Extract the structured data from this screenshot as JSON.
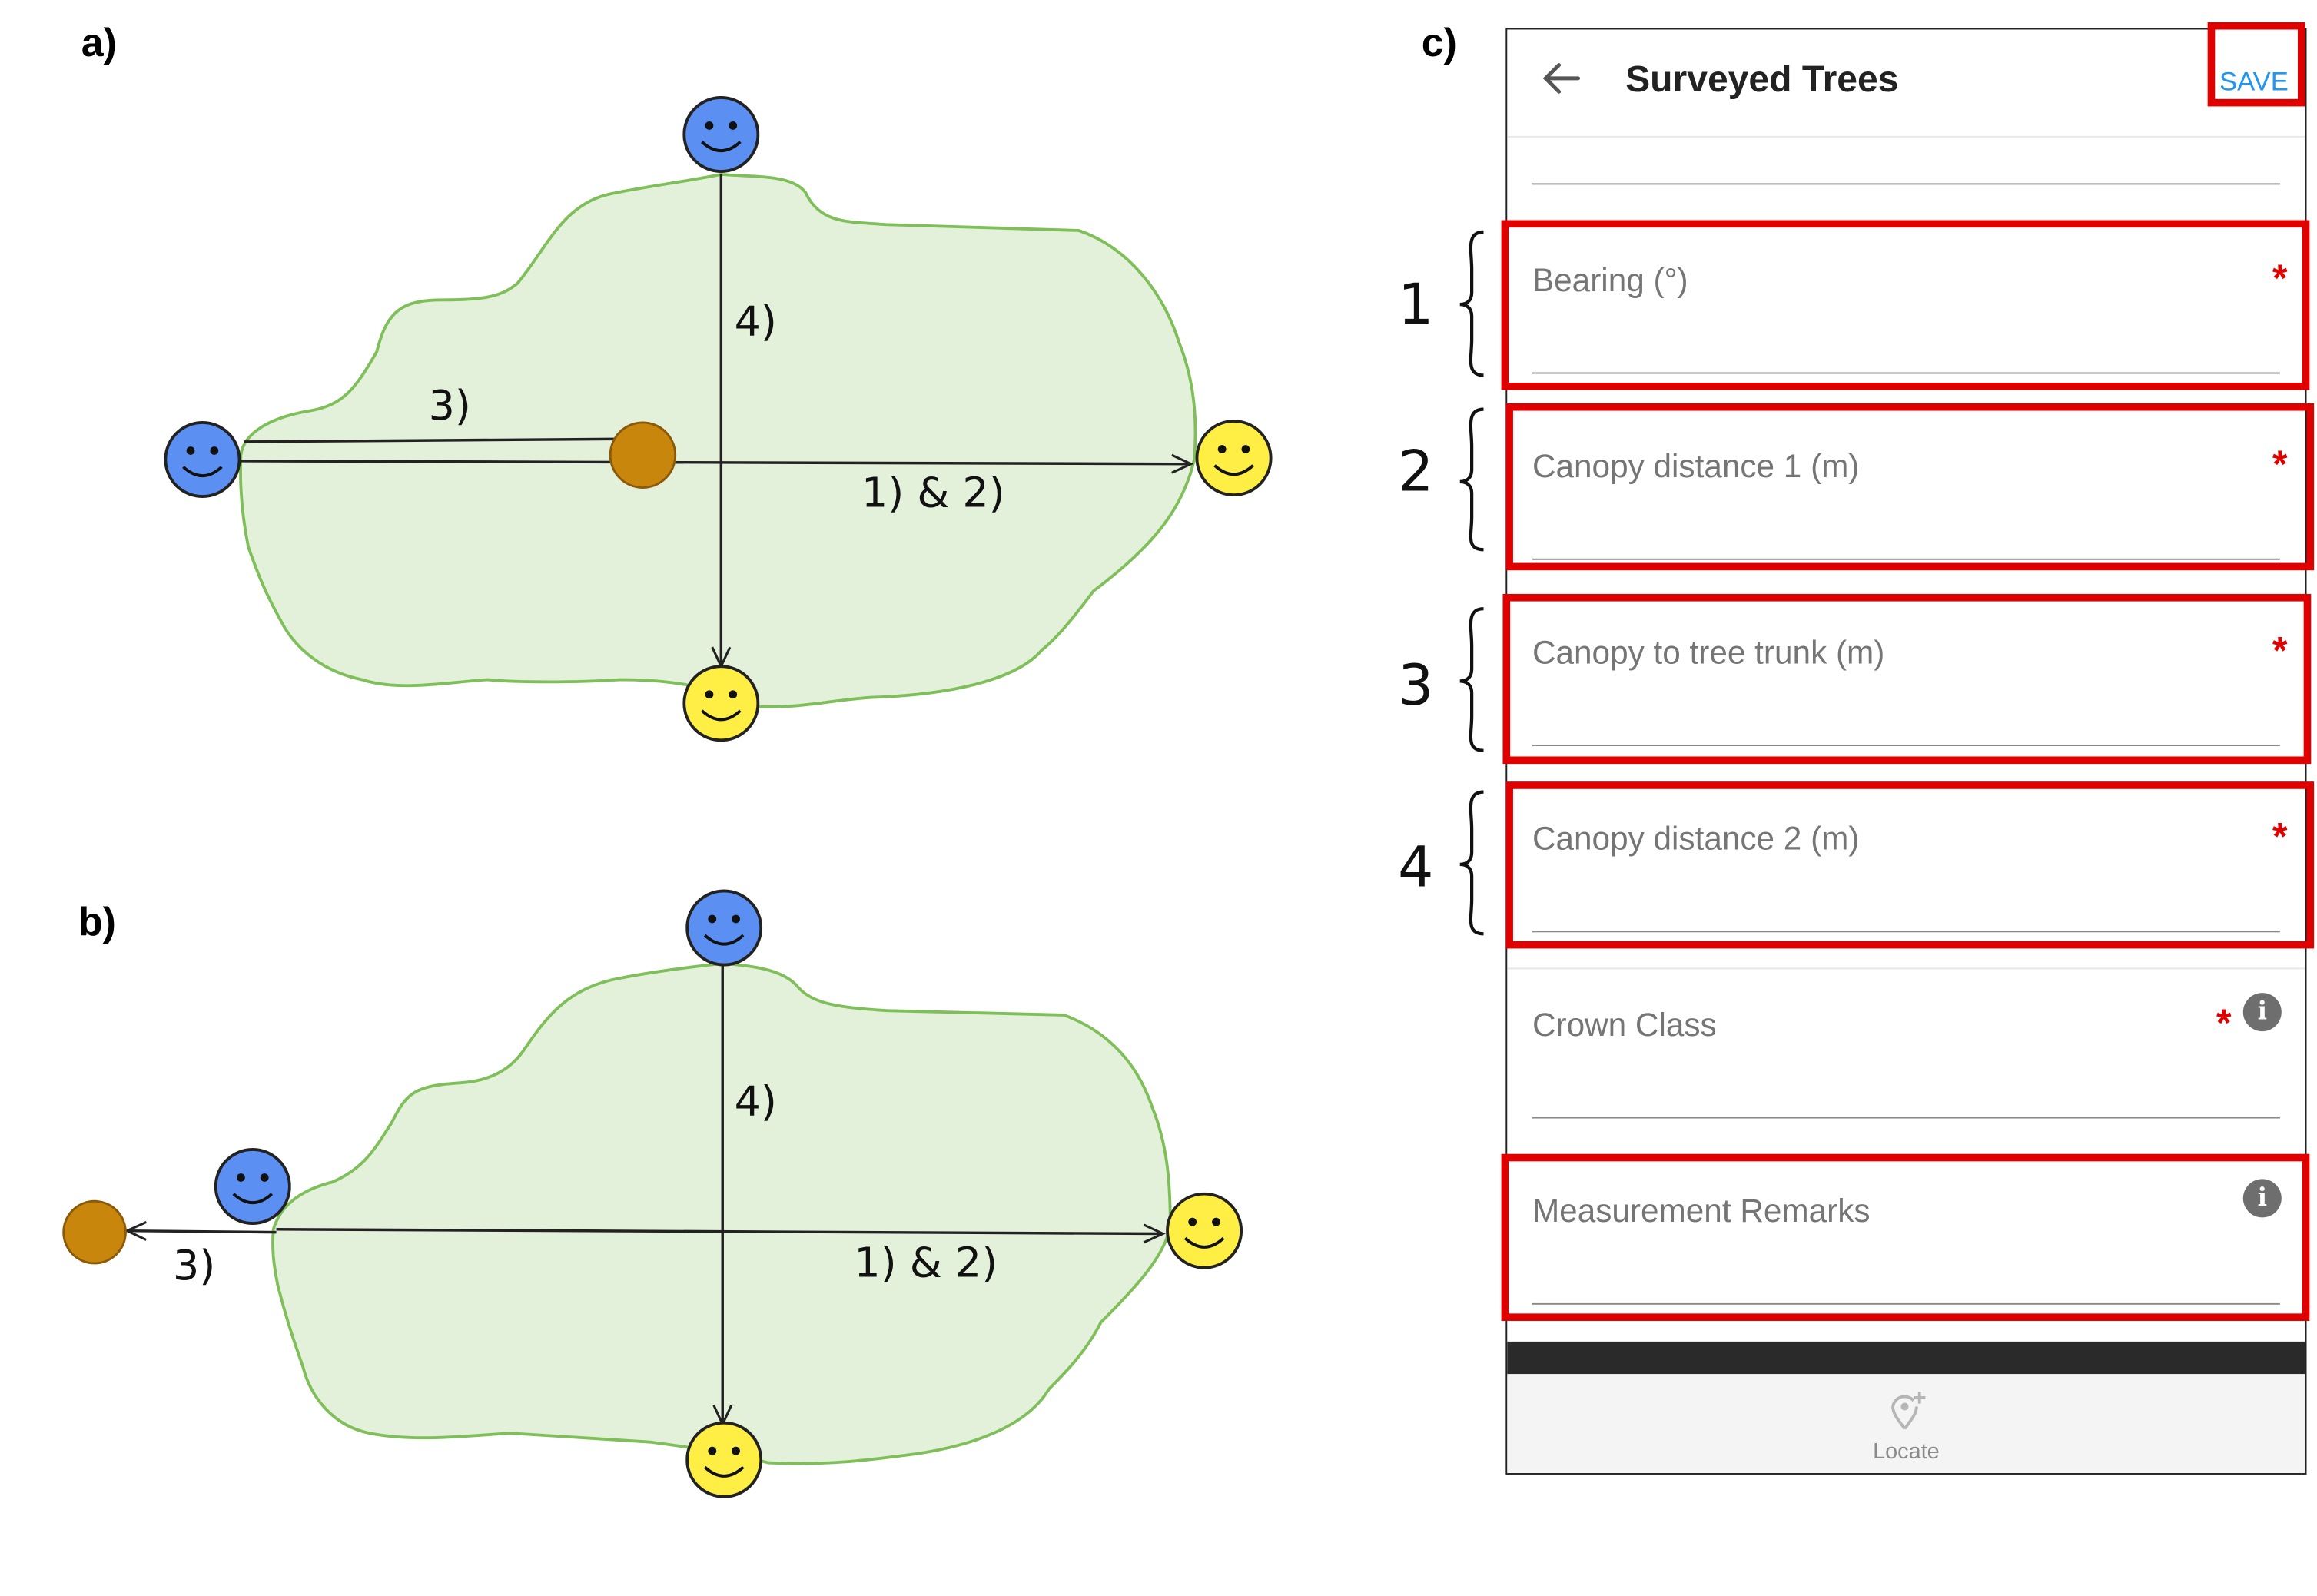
{
  "panels": {
    "a": "a)",
    "b": "b)",
    "c": "c)"
  },
  "diagram_a": {
    "label_arrow_3": "3)",
    "label_arrow_4": "4)",
    "label_arrow_12": "1) & 2)"
  },
  "diagram_b": {
    "label_arrow_3": "3)",
    "label_arrow_4": "4)",
    "label_arrow_12": "1) & 2)"
  },
  "brackets": [
    "1",
    "2",
    "3",
    "4"
  ],
  "app": {
    "title": "Surveyed Trees",
    "save_label": "SAVE",
    "fields": [
      {
        "label": "Bearing (°)",
        "required": "*"
      },
      {
        "label": "Canopy distance 1 (m)",
        "required": "*"
      },
      {
        "label": "Canopy to tree trunk (m)",
        "required": "*"
      },
      {
        "label": "Canopy distance 2 (m)",
        "required": "*"
      },
      {
        "label": "Crown Class",
        "required": "*",
        "info": "i"
      },
      {
        "label": "Measurement Remarks",
        "info": "i"
      }
    ],
    "locate_label": "Locate"
  },
  "colors": {
    "highlight": "#e00000",
    "canopy_fill": "#e3f0da",
    "canopy_stroke": "#7fbf5a",
    "observer_blue": "#5b8ff2",
    "observer_yellow": "#ffee44",
    "trunk": "#c8860c",
    "accent": "#2196f3"
  }
}
